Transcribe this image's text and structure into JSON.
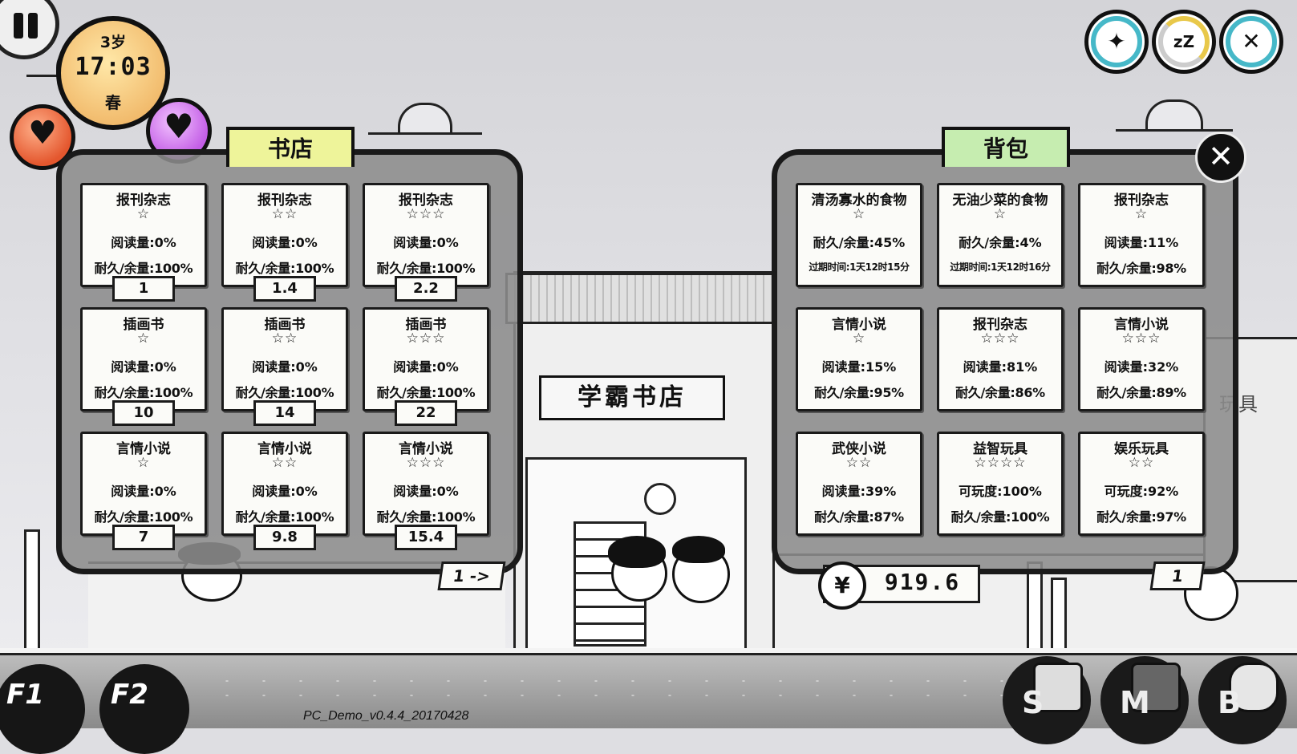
{
  "hud": {
    "age": "3岁",
    "time": "17:03",
    "season": "春",
    "stat_icons": [
      "heart-broken-icon",
      "heart-icon"
    ],
    "top_right_icons": [
      "sparkle-icon",
      "sleep-icon",
      "tools-icon"
    ]
  },
  "shop": {
    "title": "书店",
    "page": "1 ->",
    "items": [
      {
        "name": "报刊杂志",
        "stars": "☆",
        "line1": "阅读量:0%",
        "line2": "耐久/余量:100%",
        "price": "1"
      },
      {
        "name": "报刊杂志",
        "stars": "☆☆",
        "line1": "阅读量:0%",
        "line2": "耐久/余量:100%",
        "price": "1.4"
      },
      {
        "name": "报刊杂志",
        "stars": "☆☆☆",
        "line1": "阅读量:0%",
        "line2": "耐久/余量:100%",
        "price": "2.2"
      },
      {
        "name": "插画书",
        "stars": "☆",
        "line1": "阅读量:0%",
        "line2": "耐久/余量:100%",
        "price": "10"
      },
      {
        "name": "插画书",
        "stars": "☆☆",
        "line1": "阅读量:0%",
        "line2": "耐久/余量:100%",
        "price": "14"
      },
      {
        "name": "插画书",
        "stars": "☆☆☆",
        "line1": "阅读量:0%",
        "line2": "耐久/余量:100%",
        "price": "22"
      },
      {
        "name": "言情小说",
        "stars": "☆",
        "line1": "阅读量:0%",
        "line2": "耐久/余量:100%",
        "price": "7"
      },
      {
        "name": "言情小说",
        "stars": "☆☆",
        "line1": "阅读量:0%",
        "line2": "耐久/余量:100%",
        "price": "9.8"
      },
      {
        "name": "言情小说",
        "stars": "☆☆☆",
        "line1": "阅读量:0%",
        "line2": "耐久/余量:100%",
        "price": "15.4"
      }
    ]
  },
  "bag": {
    "title": "背包",
    "page": "1",
    "items": [
      {
        "name": "清汤寡水的食物",
        "stars": "☆",
        "line1": "耐久/余量:45%",
        "line2": "过期时间:1天12时15分"
      },
      {
        "name": "无油少菜的食物",
        "stars": "☆",
        "line1": "耐久/余量:4%",
        "line2": "过期时间:1天12时16分"
      },
      {
        "name": "报刊杂志",
        "stars": "☆",
        "line1": "阅读量:11%",
        "line2": "耐久/余量:98%"
      },
      {
        "name": "言情小说",
        "stars": "☆",
        "line1": "阅读量:15%",
        "line2": "耐久/余量:95%"
      },
      {
        "name": "报刊杂志",
        "stars": "☆☆☆",
        "line1": "阅读量:81%",
        "line2": "耐久/余量:86%"
      },
      {
        "name": "言情小说",
        "stars": "☆☆☆",
        "line1": "阅读量:32%",
        "line2": "耐久/余量:89%"
      },
      {
        "name": "武侠小说",
        "stars": "☆☆",
        "line1": "阅读量:39%",
        "line2": "耐久/余量:87%"
      },
      {
        "name": "益智玩具",
        "stars": "☆☆☆☆",
        "line1": "可玩度:100%",
        "line2": "耐久/余量:100%"
      },
      {
        "name": "娱乐玩具",
        "stars": "☆☆",
        "line1": "可玩度:92%",
        "line2": "耐久/余量:97%"
      }
    ]
  },
  "money": {
    "symbol": "¥",
    "amount": "919.6"
  },
  "scene": {
    "shop_sign": "学霸书店",
    "toy_sign": "玩具"
  },
  "bottom": {
    "f1": "F1",
    "f2": "F2",
    "hotkeys": [
      "S",
      "M",
      "B"
    ],
    "version": "PC_Demo_v0.4.4_20170428"
  }
}
